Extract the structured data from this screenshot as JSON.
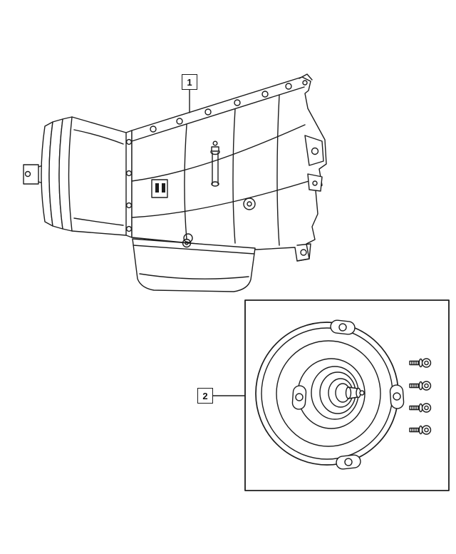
{
  "page": {
    "background_color": "#ffffff",
    "line_color": "#1c1c1c"
  },
  "callouts": {
    "item1": {
      "label": "1"
    },
    "item2": {
      "label": "2"
    }
  },
  "hardware": {
    "bolt_count": 4
  }
}
